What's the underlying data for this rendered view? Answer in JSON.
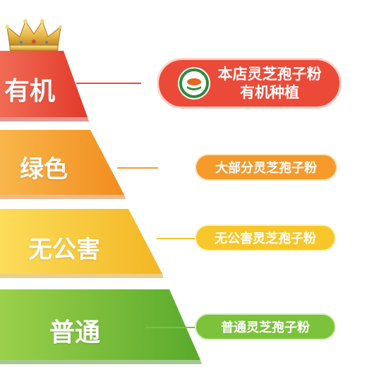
{
  "colors": {
    "organic": "#ec4a38",
    "green_tier": "#f59a2b",
    "pollution_free": "#f7c72a",
    "regular": "#7cc23a"
  },
  "icons": {
    "crown": "crown-icon",
    "seal": "organic-certification-seal-icon"
  },
  "tiers": [
    {
      "label": "有机"
    },
    {
      "label": "绿色"
    },
    {
      "label": "无公害"
    },
    {
      "label": "普通"
    }
  ],
  "badges": [
    {
      "line1": "本店灵芝孢子粉",
      "line2": "有机种植"
    },
    {
      "line1": "大部分灵芝孢子粉"
    },
    {
      "line1": "无公害灵芝孢子粉"
    },
    {
      "line1": "普通灵芝孢子粉"
    }
  ]
}
